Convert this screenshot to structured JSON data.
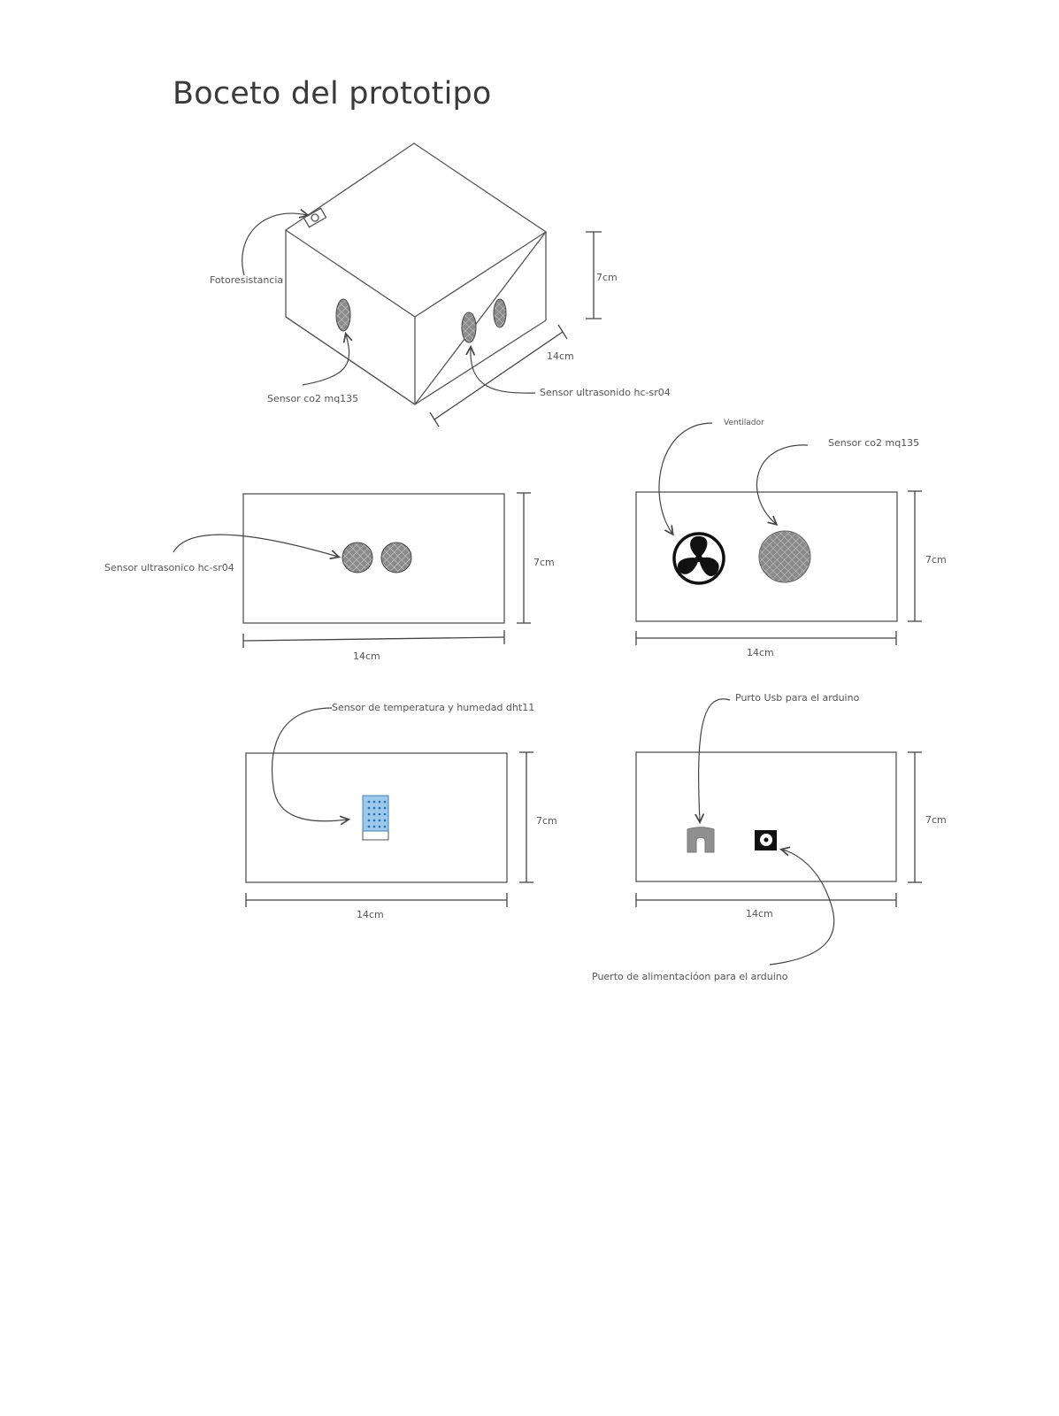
{
  "title": "Boceto del prototipo",
  "box_3d": {
    "photoresistor_label": "Fotoresistancia",
    "co2_label": "Sensor co2 mq135",
    "ultrasonic_label": "Sensor ultrasonido hc-sr04",
    "height_dim": "7cm",
    "length_dim": "14cm"
  },
  "front_view": {
    "ultrasonic_label": "Sensor ultrasonico hc-sr04",
    "height_dim": "7cm",
    "width_dim": "14cm"
  },
  "fan_view": {
    "fan_label": "Ventilador",
    "co2_label": "Sensor co2 mq135",
    "height_dim": "7cm",
    "width_dim": "14cm"
  },
  "dht_view": {
    "dht_label": "Sensor de temperatura y humedad dht11",
    "height_dim": "7cm",
    "width_dim": "14cm"
  },
  "ports_view": {
    "usb_label": "Purto Usb para el arduino",
    "power_label": "Puerto de alimentacióon para el arduino",
    "height_dim": "7cm",
    "width_dim": "14cm"
  },
  "colors": {
    "line": "#444444",
    "mesh": "#8a8a8a",
    "dht_blue": "#9cc8ec",
    "dht_dot": "#2b6fb0"
  }
}
